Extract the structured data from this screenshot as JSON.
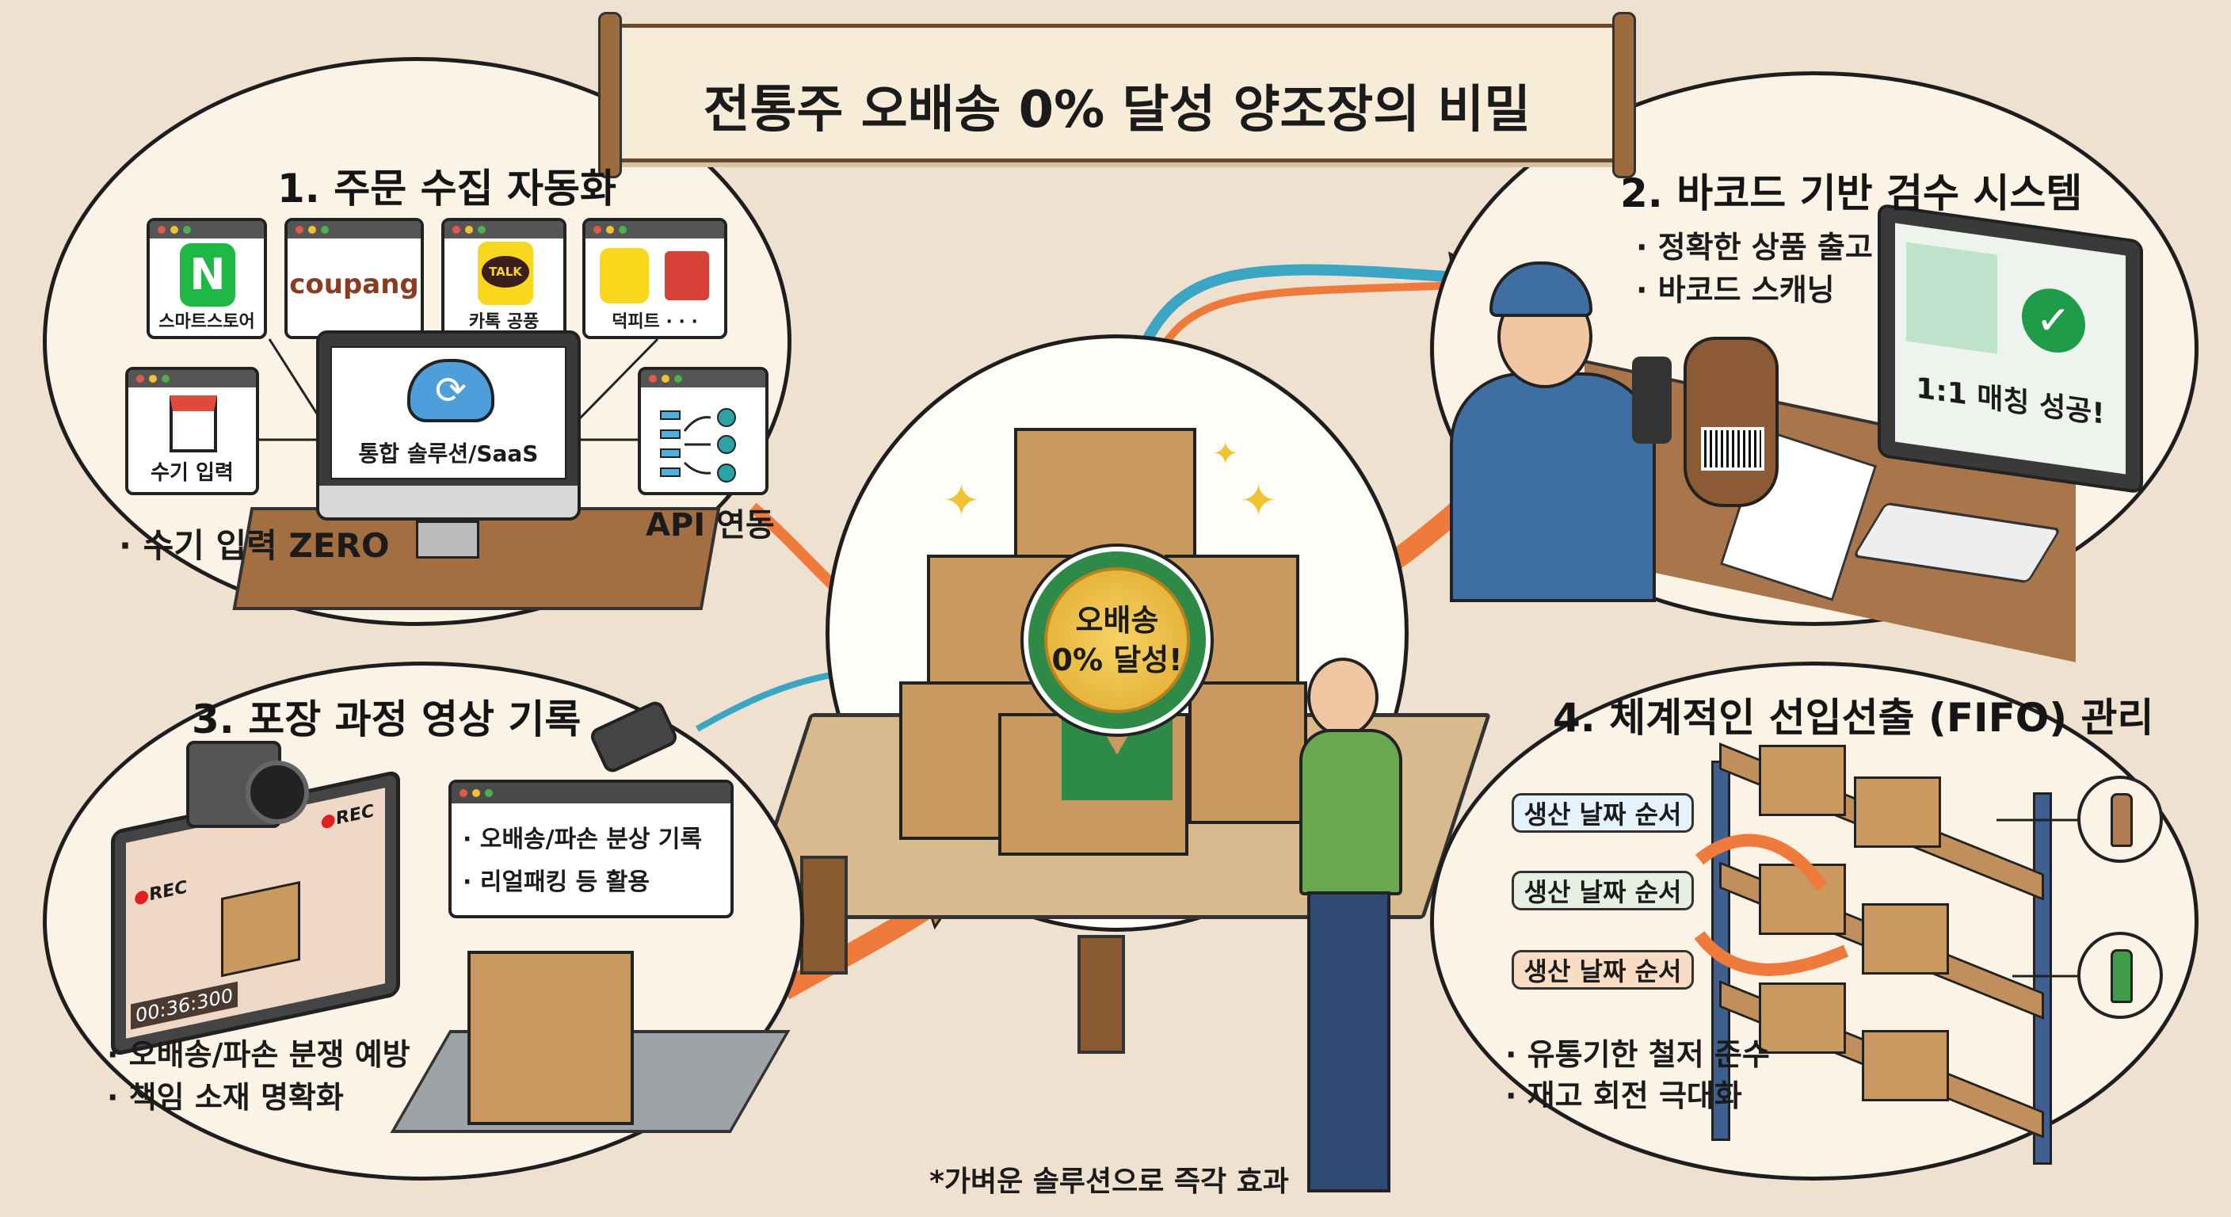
{
  "title": "전통주 오배송 0% 달성 양조장의 비밀",
  "panel1": {
    "title": "1. 주문 수집 자동화",
    "channels": [
      "스마트스토어",
      "coupang",
      "카톡 공풍",
      "덕피트 · · ·"
    ],
    "manual_label": "수기 입력",
    "hub_label": "통합 솔루션/SaaS",
    "api_label": "API 연동",
    "bullet": "· 수기 입력 ZERO",
    "logo_n": "N",
    "talk": "TALK"
  },
  "panel2": {
    "title": "2. 바코드 기반 검수 시스템",
    "bullets": [
      "· 정확한 상품 출고",
      "· 바코드 스캐닝"
    ],
    "screen_text": "1:1 매칭 성공!"
  },
  "center": {
    "badge_line1": "오배송",
    "badge_line2": "0% 달성!"
  },
  "panel3": {
    "title": "3. 포장 과정 영상 기록",
    "rec_label": "REC",
    "timestamp": "00:36:300",
    "info_bullets": [
      "· 오배송/파손 분상 기록",
      "· 리얼패킹 등 활용"
    ],
    "bullets": [
      "· 오배송/파손 분쟁 예방",
      "· 책임 소재 명확화"
    ]
  },
  "panel4": {
    "title": "4. 체계적인 선입선출 (FIFO) 관리",
    "labels": [
      "생산 날짜 순서",
      "생산 날짜 순서",
      "생산 날짜 순서"
    ],
    "bullets": [
      "· 유통기한 철저 준수",
      "· 재고 회전 극대화"
    ]
  },
  "footer": "*가벼운 솔루션으로 즉각 효과",
  "colors": {
    "background": "#efe1cf",
    "panel": "#fbf3e6",
    "box": "#c9995f",
    "badge_green": "#2e8b47",
    "badge_gold": "#e9b93a",
    "arrow_orange": "#ee7a3c",
    "arrow_teal": "#3aa6c4"
  }
}
